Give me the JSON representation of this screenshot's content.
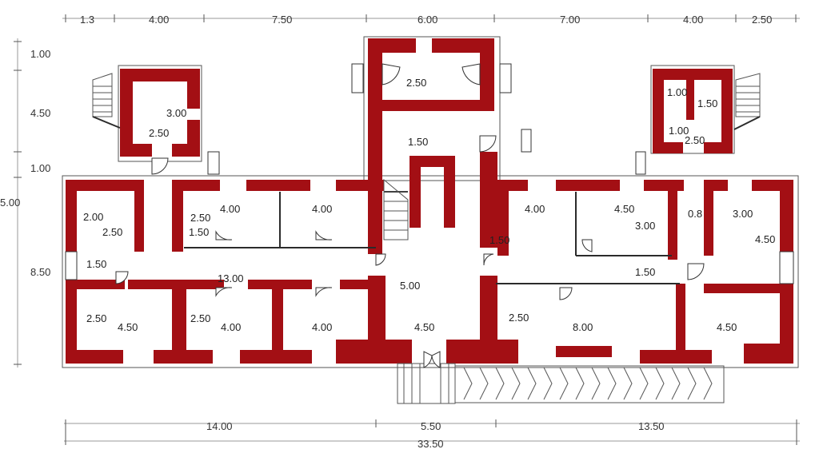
{
  "colors": {
    "wall": "#a30f14",
    "line": "#2b2b2b",
    "dimension": "#9a9a9a"
  },
  "dimensions": {
    "top": [
      "1.3",
      "4.00",
      "7.50",
      "6.00",
      "7.00",
      "4.00",
      "2.50"
    ],
    "left": [
      "1.00",
      "4.50",
      "1.00",
      "5.00",
      "8.50"
    ],
    "bottom_segments": [
      "14.00",
      "5.50",
      "13.50"
    ],
    "bottom_total": "33.50"
  },
  "rooms": {
    "north_entry_width": "2.50",
    "north_corridor_width": "1.50",
    "central_hall_length": "5.00",
    "central_hall_width": "4.50",
    "central_strip_width": "1.50",
    "west_tower_depth": "3.00",
    "west_tower_width": "2.50",
    "east_tower_room_a": "1.00",
    "east_tower_room_b": "1.50",
    "east_tower_passage": "1.00",
    "east_tower_stair": "2.50",
    "west_small_room_depth": "2.00",
    "west_small_room_width": "2.50",
    "west_lobby_width": "1.50",
    "west_north_room_1_depth": "2.50",
    "west_north_room_1_width": "4.00",
    "west_north_room_1_passage": "1.50",
    "west_north_room_2_width": "4.00",
    "west_corridor_length": "13.00",
    "west_south_room_1_depth": "2.50",
    "west_south_room_1_width": "4.50",
    "west_south_room_2_depth": "2.50",
    "west_south_room_2_width": "4.00",
    "west_south_room_3_width": "4.00",
    "east_north_room_1_width": "4.00",
    "east_north_room_2_width": "4.50",
    "east_north_room_2_depth": "3.00",
    "east_corridor_width": "1.50",
    "east_passage_width": "0.8",
    "east_corner_room_depth": "3.00",
    "east_corner_room_width": "4.50",
    "east_south_room_depth": "2.50",
    "east_south_room_width": "8.00",
    "east_south_corner_width": "4.50"
  }
}
